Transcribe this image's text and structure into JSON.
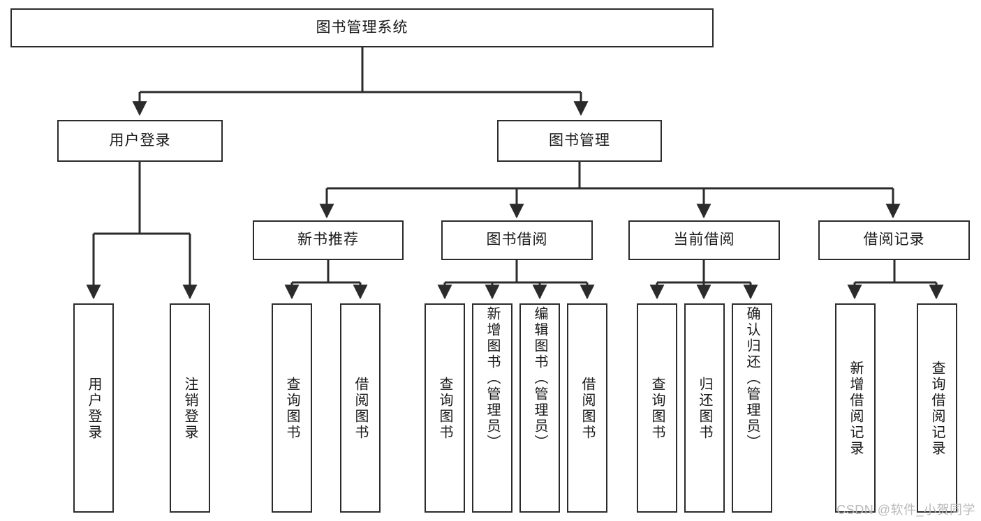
{
  "diagram": {
    "title": "图书管理系统",
    "watermark": "CSDN @软件_小贺同学",
    "type": "tree",
    "colors": {
      "box_border": "#2b2b2b",
      "box_fill": "#ffffff",
      "edge": "#2b2b2b",
      "text": "#1a1a1a",
      "watermark": "#b9b9b9"
    },
    "root": {
      "label": "图书管理系统"
    },
    "level2": [
      {
        "label": "用户登录"
      },
      {
        "label": "图书管理"
      }
    ],
    "level3": [
      {
        "label": "新书推荐"
      },
      {
        "label": "图书借阅"
      },
      {
        "label": "当前借阅"
      },
      {
        "label": "借阅记录"
      }
    ],
    "leaves": {
      "user_login": [
        {
          "label": "用户登录"
        },
        {
          "label": "注销登录"
        }
      ],
      "new_book_recommend": [
        {
          "label": "查询图书"
        },
        {
          "label": "借阅图书"
        }
      ],
      "book_borrow": [
        {
          "label": "查询图书"
        },
        {
          "label": "新增图书（管理员）"
        },
        {
          "label": "编辑图书（管理员）"
        },
        {
          "label": "借阅图书"
        }
      ],
      "current_borrow": [
        {
          "label": "查询图书"
        },
        {
          "label": "归还图书"
        },
        {
          "label": "确认归还（管理员）"
        }
      ],
      "borrow_record": [
        {
          "label": "新增借阅记录"
        },
        {
          "label": "查询借阅记录"
        }
      ]
    }
  }
}
